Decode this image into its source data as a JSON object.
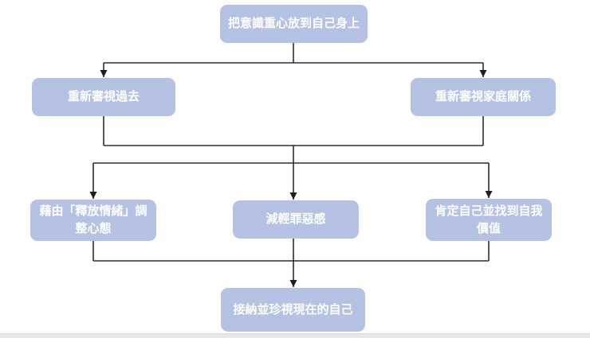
{
  "diagram": {
    "type": "flowchart",
    "background": "#ffffff",
    "colors": {
      "node_fill": "#b5c2e3",
      "node_text": "#ffffff",
      "connector": "#2e2e2e",
      "bottom_divider": "#e7e7e8"
    },
    "nodes": [
      {
        "id": "focus-self",
        "row": 1,
        "label": "把意識重心放到自己身上"
      },
      {
        "id": "review-past",
        "row": 2,
        "label": "重新審視過去"
      },
      {
        "id": "review-family",
        "row": 2,
        "label": "重新審視家庭關係"
      },
      {
        "id": "adjust-mindset",
        "row": 3,
        "label": "藉由「釋放情緒」調整心態"
      },
      {
        "id": "reduce-guilt",
        "row": 3,
        "label": "減輕罪惡感"
      },
      {
        "id": "affirm-self-worth",
        "row": 3,
        "label": "肯定自己並找到自我價值"
      },
      {
        "id": "accept-present-self",
        "row": 4,
        "label": "接納並珍視現在的自己"
      }
    ],
    "edges": [
      {
        "from": "focus-self",
        "to": "review-past"
      },
      {
        "from": "focus-self",
        "to": "review-family"
      },
      {
        "from": "review-past",
        "to": "adjust-mindset"
      },
      {
        "from": "review-past",
        "to": "reduce-guilt"
      },
      {
        "from": "review-past",
        "to": "affirm-self-worth"
      },
      {
        "from": "review-family",
        "to": "adjust-mindset"
      },
      {
        "from": "review-family",
        "to": "reduce-guilt"
      },
      {
        "from": "review-family",
        "to": "affirm-self-worth"
      },
      {
        "from": "adjust-mindset",
        "to": "accept-present-self"
      },
      {
        "from": "reduce-guilt",
        "to": "accept-present-self"
      },
      {
        "from": "affirm-self-worth",
        "to": "accept-present-self"
      }
    ]
  }
}
